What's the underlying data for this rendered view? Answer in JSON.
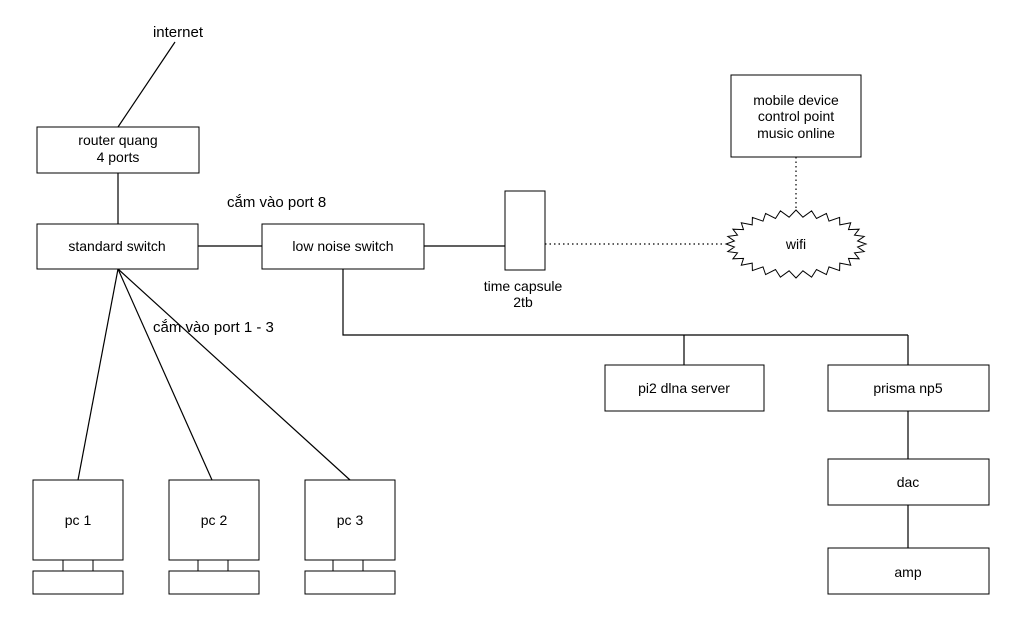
{
  "labels": {
    "internet": "internet",
    "router_line1": "router quang",
    "router_line2": "4 ports",
    "port8_note": "cắm vào port 8",
    "standard_switch": "standard switch",
    "low_noise_switch": "low noise switch",
    "time_capsule_line1": "time capsule",
    "time_capsule_line2": "2tb",
    "mobile_line1": "mobile device",
    "mobile_line2": "control point",
    "mobile_line3": "music online",
    "wifi": "wifi",
    "port13_note": "cắm vào port 1 - 3",
    "pi2": "pi2 dlna server",
    "prisma": "prisma np5",
    "dac": "dac",
    "amp": "amp",
    "pc1": "pc 1",
    "pc2": "pc 2",
    "pc3": "pc 3"
  }
}
